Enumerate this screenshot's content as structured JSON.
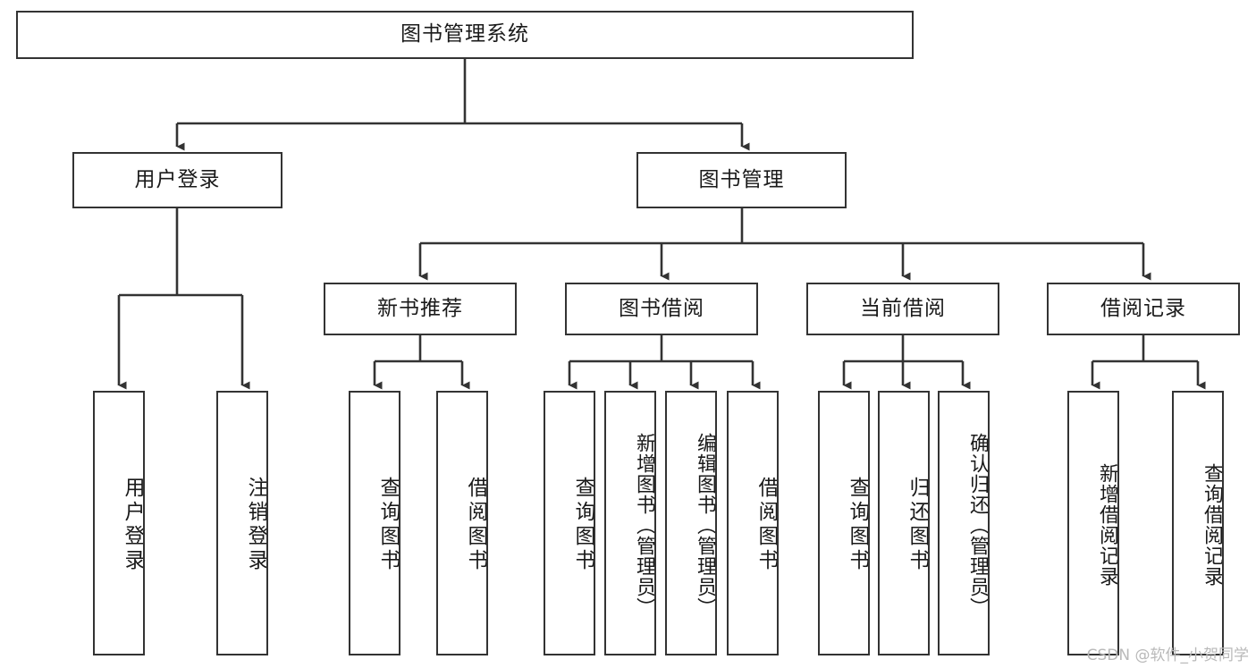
{
  "diagram": {
    "type": "tree-hierarchy-chart",
    "title": "图书管理系统",
    "watermark": "CSDN @软件_小贺同学",
    "colors": {
      "box_border": "#333333",
      "box_fill": "#ffffff",
      "connector": "#333333",
      "text": "#1a1a1a",
      "watermark": "#b9b9b9",
      "background": "#ffffff"
    },
    "nodes": {
      "root": {
        "label": "图书管理系统"
      },
      "level2": [
        {
          "id": "user-login",
          "label": "用户登录"
        },
        {
          "id": "book-management",
          "label": "图书管理"
        }
      ],
      "level3": [
        {
          "id": "new-book-recommend",
          "label": "新书推荐"
        },
        {
          "id": "book-borrow",
          "label": "图书借阅"
        },
        {
          "id": "current-borrow",
          "label": "当前借阅"
        },
        {
          "id": "borrow-record",
          "label": "借阅记录"
        }
      ],
      "leaves": {
        "user_login": [
          {
            "id": "leaf-user-login",
            "label": "用户登录"
          },
          {
            "id": "leaf-logout-login",
            "label": "注销登录"
          }
        ],
        "new_book_recommend": [
          {
            "id": "leaf-query-book-1",
            "label": "查询图书"
          },
          {
            "id": "leaf-borrow-book-1",
            "label": "借阅图书"
          }
        ],
        "book_borrow": [
          {
            "id": "leaf-query-book-2",
            "label": "查询图书"
          },
          {
            "id": "leaf-add-book-admin",
            "label": "新增图书（管理员）"
          },
          {
            "id": "leaf-edit-book-admin",
            "label": "编辑图书（管理员）"
          },
          {
            "id": "leaf-borrow-book-2",
            "label": "借阅图书"
          }
        ],
        "current_borrow": [
          {
            "id": "leaf-query-book-3",
            "label": "查询图书"
          },
          {
            "id": "leaf-return-book",
            "label": "归还图书"
          },
          {
            "id": "leaf-confirm-return-admin",
            "label": "确认归还（管理员）"
          }
        ],
        "borrow_record": [
          {
            "id": "leaf-add-borrow-record",
            "label": "新增借阅记录"
          },
          {
            "id": "leaf-query-borrow-record",
            "label": "查询借阅记录"
          }
        ]
      }
    }
  }
}
